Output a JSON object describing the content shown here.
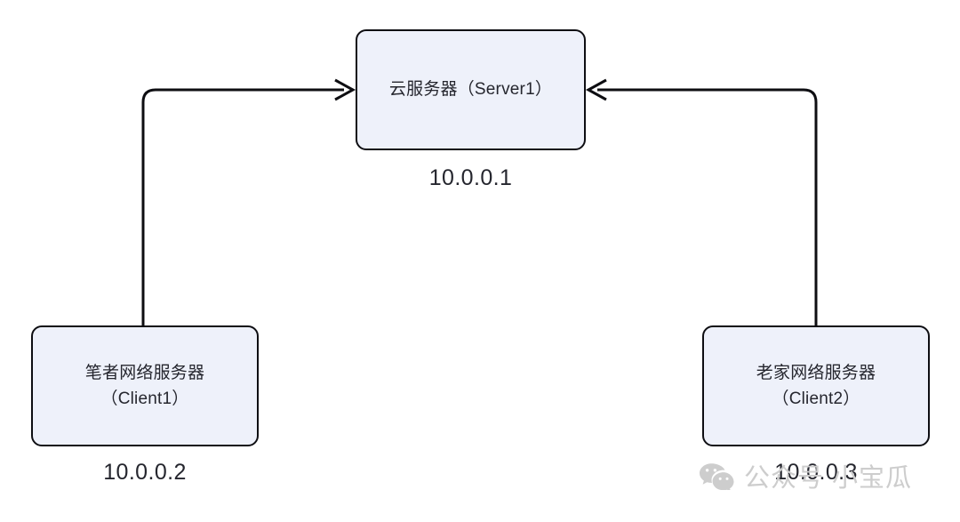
{
  "diagram": {
    "title_hint": "network-topology",
    "background_color": "#ffffff",
    "node_fill": "#eef1fa",
    "node_stroke": "#0e0e12",
    "text_color": "#25262e",
    "nodes": [
      {
        "id": "server",
        "label_line1": "云服务器（Server1）",
        "ip": "10.0.0.1"
      },
      {
        "id": "client1",
        "label_line1": "笔者网络服务器",
        "label_line2": "（Client1）",
        "ip": "10.0.0.2"
      },
      {
        "id": "client2",
        "label_line1": "老家网络服务器",
        "label_line2": "（Client2）",
        "ip": "10.0.0.3"
      }
    ],
    "edges": [
      {
        "id": "client1-to-server",
        "from": "client1",
        "to": "server",
        "arrowhead": "open-v",
        "direction": "up-then-right"
      },
      {
        "id": "client2-to-server",
        "from": "client2",
        "to": "server",
        "arrowhead": "open-v",
        "direction": "up-then-left"
      }
    ]
  },
  "watermark": {
    "icon": "wechat-icon",
    "text": "公众号 小宝瓜",
    "color": "#cdcdcd"
  }
}
